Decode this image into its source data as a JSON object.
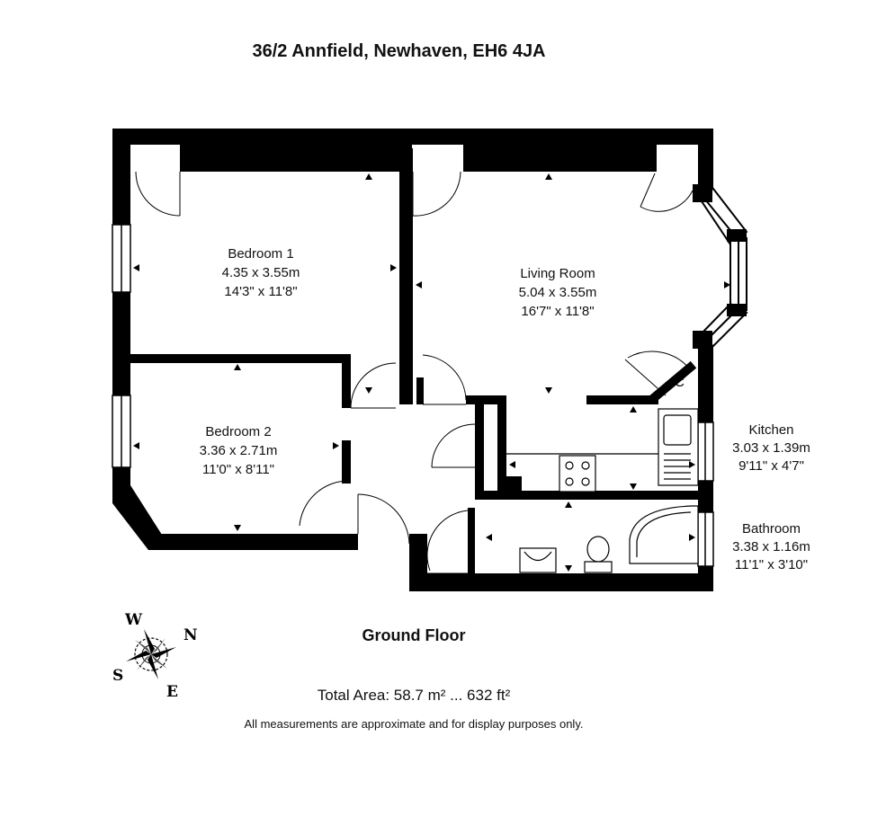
{
  "title": "36/2 Annfield, Newhaven, EH6 4JA",
  "floor_label": "Ground Floor",
  "total_area": "Total Area: 58.7 m² ... 632 ft²",
  "disclaimer": "All measurements are approximate and for display purposes only.",
  "rooms": {
    "bedroom1": {
      "name": "Bedroom 1",
      "metric": "4.35 x 3.55m",
      "imperial": "14'3\" x 11'8\""
    },
    "bedroom2": {
      "name": "Bedroom 2",
      "metric": "3.36 x 2.71m",
      "imperial": "11'0\" x 8'11\""
    },
    "living": {
      "name": "Living Room",
      "metric": "5.04 x 3.55m",
      "imperial": "16'7\" x 11'8\""
    },
    "kitchen": {
      "name": "Kitchen",
      "metric": "3.03 x 1.39m",
      "imperial": "9'11\" x 4'7\""
    },
    "bathroom": {
      "name": "Bathroom",
      "metric": "3.38 x 1.16m",
      "imperial": "11'1\" x 3'10\""
    }
  },
  "cupboard_label": "C",
  "compass": {
    "north": "N",
    "south": "S",
    "east": "E",
    "west": "W"
  }
}
